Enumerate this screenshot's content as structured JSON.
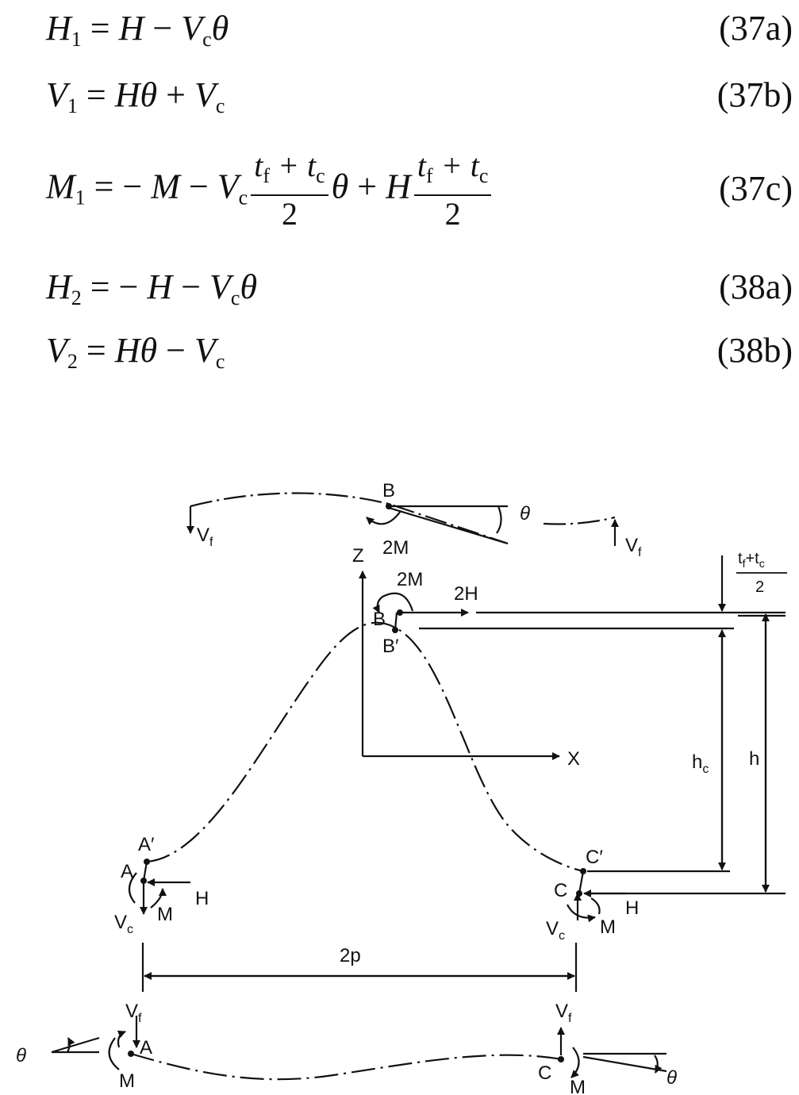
{
  "equations": [
    {
      "label": "(37a)"
    },
    {
      "label": "(37b)"
    },
    {
      "label": "(37c)"
    },
    {
      "label": "(38a)"
    },
    {
      "label": "(38b)"
    }
  ],
  "figure": {
    "labels": {
      "B": "B",
      "B_prime": "B′",
      "A": "A",
      "A_prime": "A′",
      "C": "C",
      "C_prime": "C′",
      "Z": "Z",
      "X": "X",
      "theta": "θ",
      "V": "V",
      "f": "f",
      "c": "c",
      "two_M": "2M",
      "two_H": "2H",
      "M": "M",
      "H": "H",
      "h": "h",
      "two_p": "2p",
      "t": "t",
      "plus": "+",
      "two": "2"
    }
  }
}
